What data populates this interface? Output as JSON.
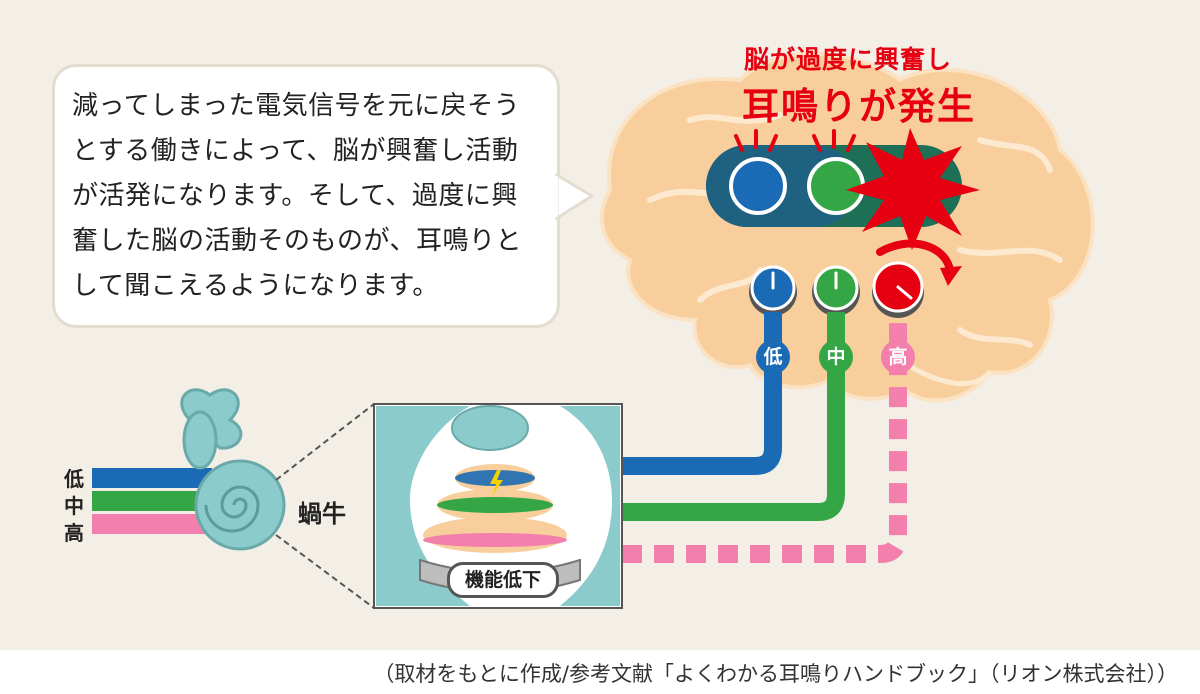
{
  "bubble": {
    "text": "減ってしまった電気信号を元に戻そうとする働きによって、脳が興奮し活動が活発になります。そして、過度に興奮した脳の活動そのものが、耳鳴りとして聞こえるようになります。"
  },
  "brain_title": {
    "line1": "脳が過度に興奮し",
    "line2": "耳鳴りが発生"
  },
  "freq_labels": {
    "low": "低",
    "mid": "中",
    "high": "高"
  },
  "cochlea_label": "蝸牛",
  "function_label": "機能低下",
  "caption": "（取材をもとに作成/参考文献「よくわかる耳鳴りハンドブック」（リオン株式会社））",
  "colors": {
    "low": "#1a6ab5",
    "mid": "#34a645",
    "high": "#f27fac",
    "alert": "#e60012",
    "brain": "#f8cf9c",
    "cochlea": "#8ccbcc",
    "background": "#f3efe6"
  }
}
